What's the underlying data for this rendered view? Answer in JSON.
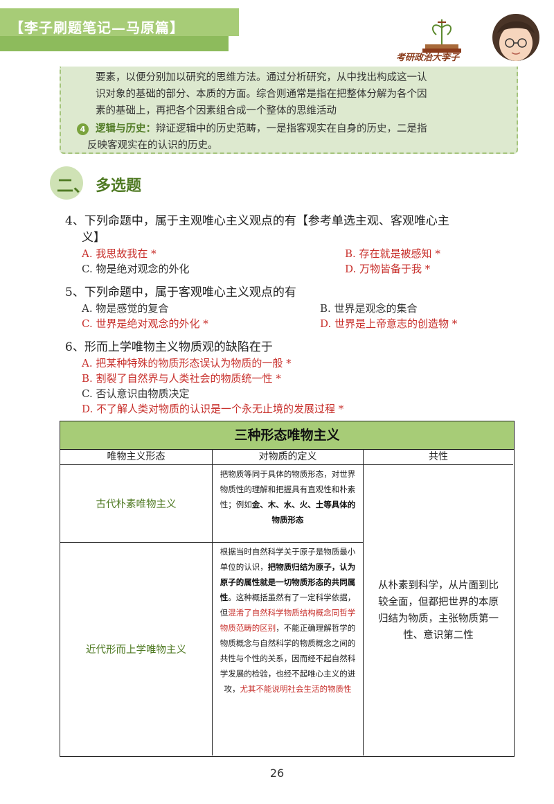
{
  "header": {
    "title": "【李子刷题笔记—马原篇】",
    "brand": "考研政治大李子"
  },
  "note": {
    "line1": "要素，以便分别加以研究的思维方法。通过分析研究，从中找出构成这一认",
    "line2": "识对象的基础的部分、本质的方面。综合则通常是指在把整体分解为各个因",
    "line3": "素的基础上，再把各个因素组合成一个整体的思维活动",
    "item4_num": "4",
    "item4_key": "逻辑与历史：",
    "item4_text1": "辩证逻辑中的历史范畴，一是指客观实在自身的历史，二是指",
    "item4_text2": "反映客观实在的认识的历史。"
  },
  "section": {
    "number": "二、",
    "title": "多选题"
  },
  "questions": [
    {
      "stem1": "4、下列命题中，属于主观唯心主义观点的有【参考单选主观、客观唯心主",
      "stem2": "义】",
      "options": [
        "A. 我思故我在 *",
        "B. 存在就是被感知 *",
        "C. 物是绝对观念的外化",
        "D. 万物皆备于我 *"
      ]
    },
    {
      "stem1": "5、下列命题中，属于客观唯心主义观点的有",
      "options": [
        "A. 物是感觉的复合",
        "B. 世界是观念的集合",
        "C. 世界是绝对观念的外化 *",
        "D. 世界是上帝意志的创造物 *"
      ]
    },
    {
      "stem1": "6、形而上学唯物主义物质观的缺陷在于",
      "options": [
        "A. 把某种特殊的物质形态误认为物质的一般 *",
        "B. 割裂了自然界与人类社会的物质统一性 *",
        "C. 否认意识由物质决定",
        "D. 不了解人类对物质的认识是一个永无止境的发展过程 *"
      ]
    }
  ],
  "table": {
    "title": "三种形态唯物主义",
    "headers": [
      "唯物主义形态",
      "对物质的定义",
      "共性"
    ],
    "rows": [
      {
        "form": "古代朴素唯物主义",
        "def_plain": "把物质等同于具体的物质形态，对世界物质性的理解和把握具有直观性和朴素性；例如",
        "def_bold": "金、木、水、火、土等具体的物质形态"
      },
      {
        "form": "近代形而上学唯物主义",
        "def_plain1": "根据当时自然科学关于原子是物质最小单位的认识，",
        "def_bold": "把物质归结为原子，认为原子的属性就是一切物质形态的共同属性",
        "def_plain2": "。这种概括虽然有了一定科学依据，但",
        "def_red1": "混淆了自然科学物质结构概念同哲学物质范畴的区别",
        "def_plain3": "，不能正确理解哲学的物质概念与自然科学的物质概念之间的共性与个性的关系，因而经不起自然科学发展的检验，也经不起唯心主义的进攻，",
        "def_red2": "尤其不能说明社会生活的物质性"
      }
    ],
    "common": "从朴素到科学，从片面到比较全面，但都把世界的本原归结为物质，主张物质第一性、意识第二性"
  },
  "page_number": "26",
  "colors": {
    "accent_green": "#a7cc77",
    "dark_green": "#4f7a23",
    "answer_red": "#c8302c"
  }
}
